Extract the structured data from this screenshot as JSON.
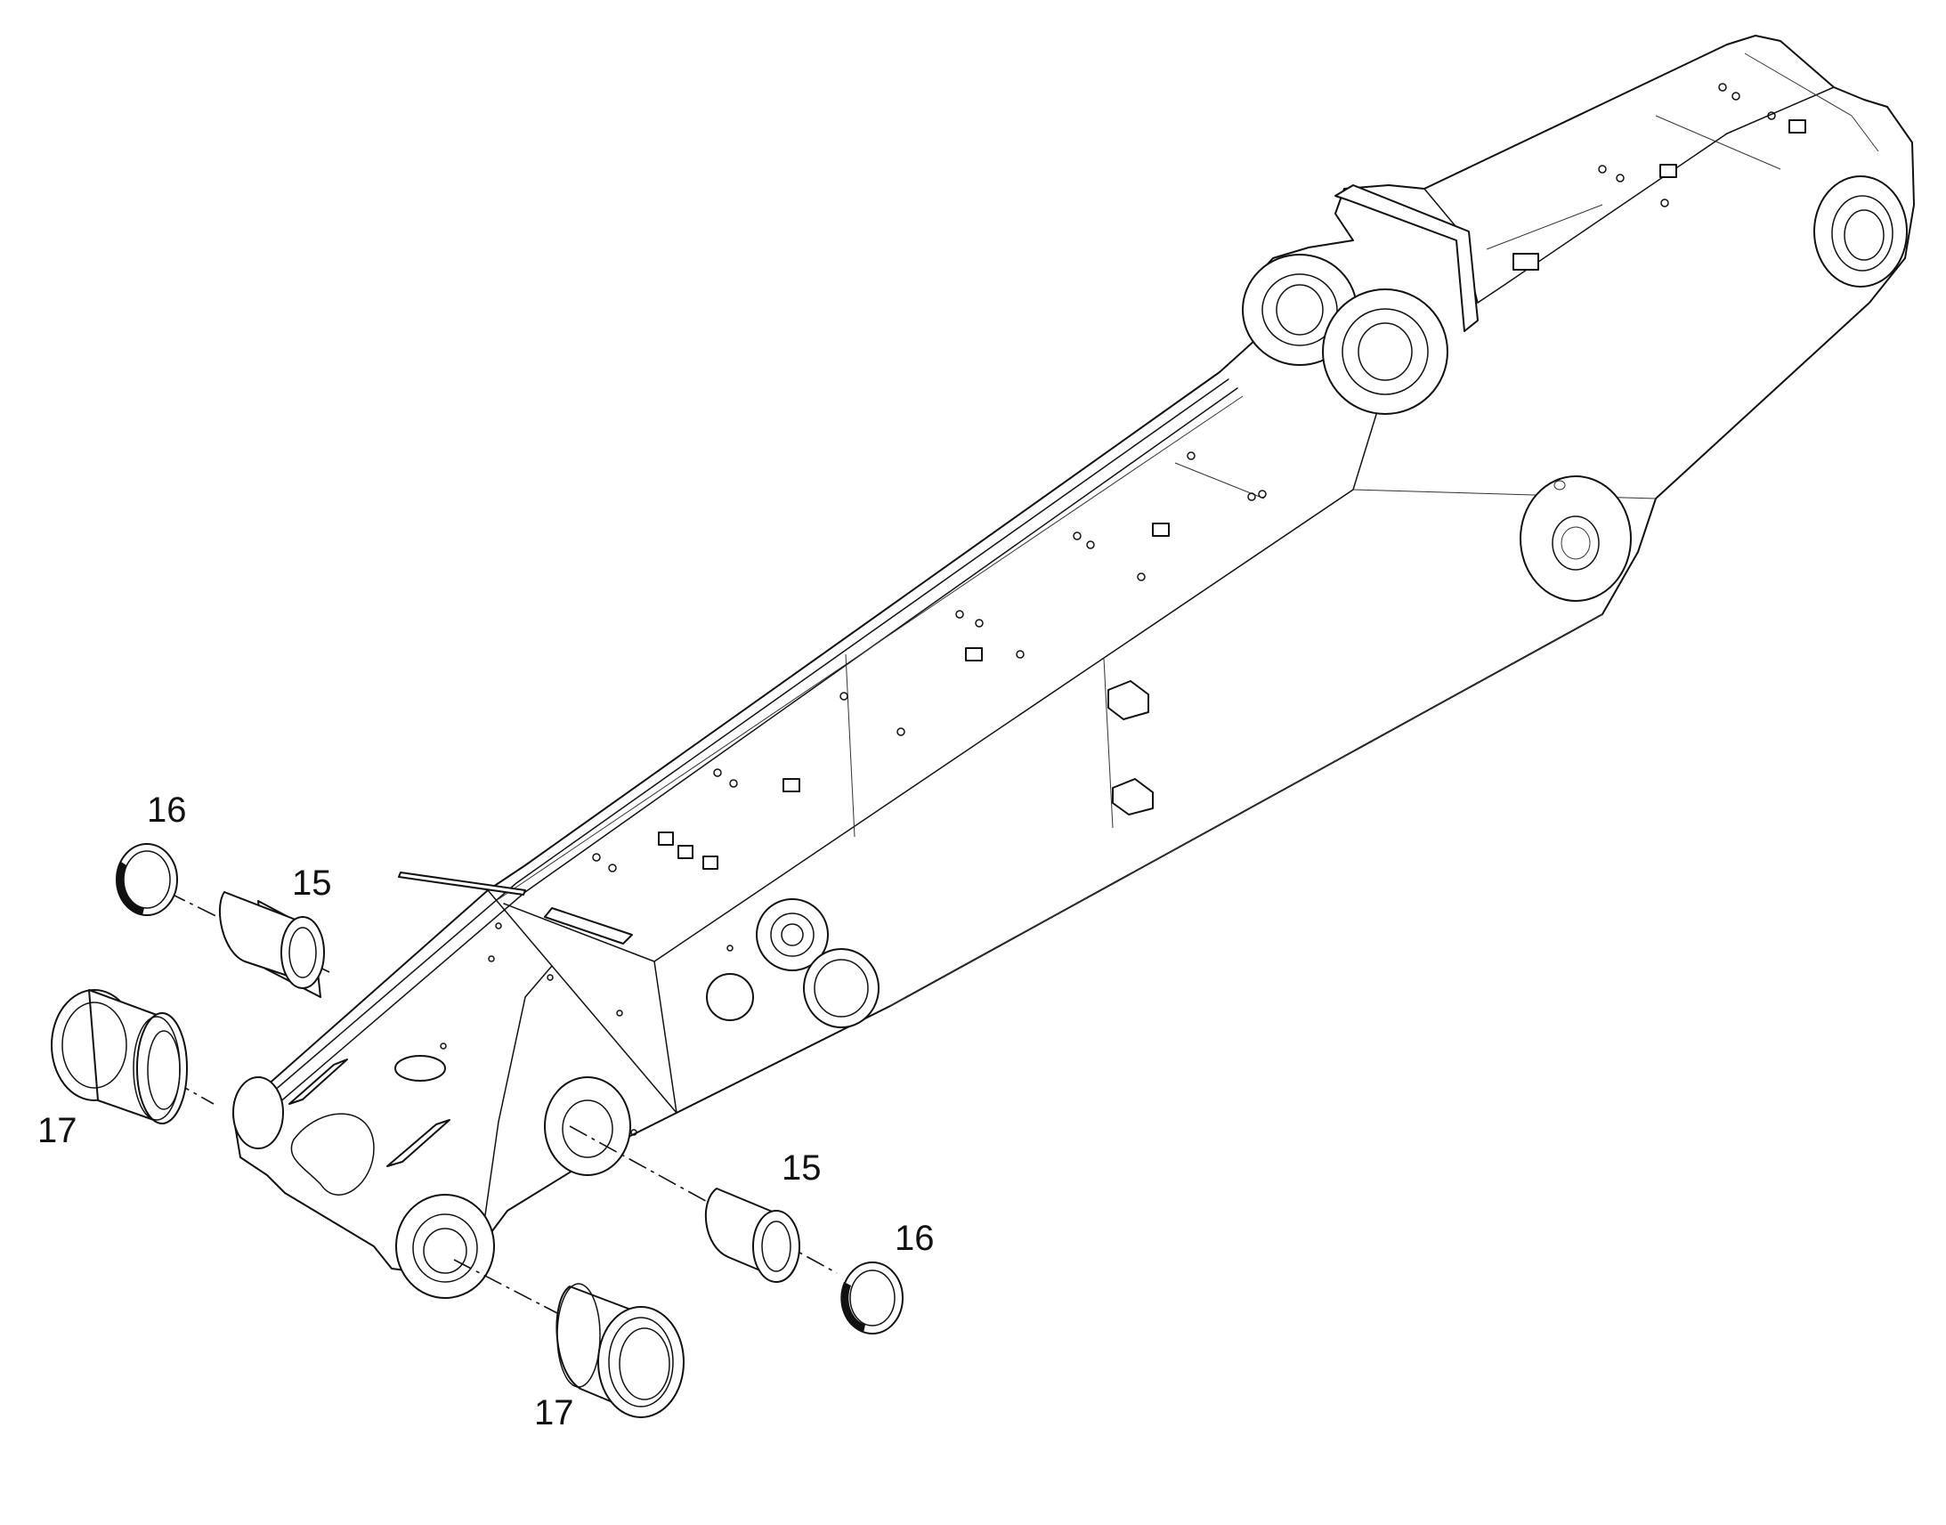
{
  "diagram": {
    "callouts": [
      {
        "id": "c16a",
        "text": "16"
      },
      {
        "id": "c15a",
        "text": "15"
      },
      {
        "id": "c17a",
        "text": "17"
      },
      {
        "id": "c15b",
        "text": "15"
      },
      {
        "id": "c16b",
        "text": "16"
      },
      {
        "id": "c17b",
        "text": "17"
      }
    ]
  }
}
